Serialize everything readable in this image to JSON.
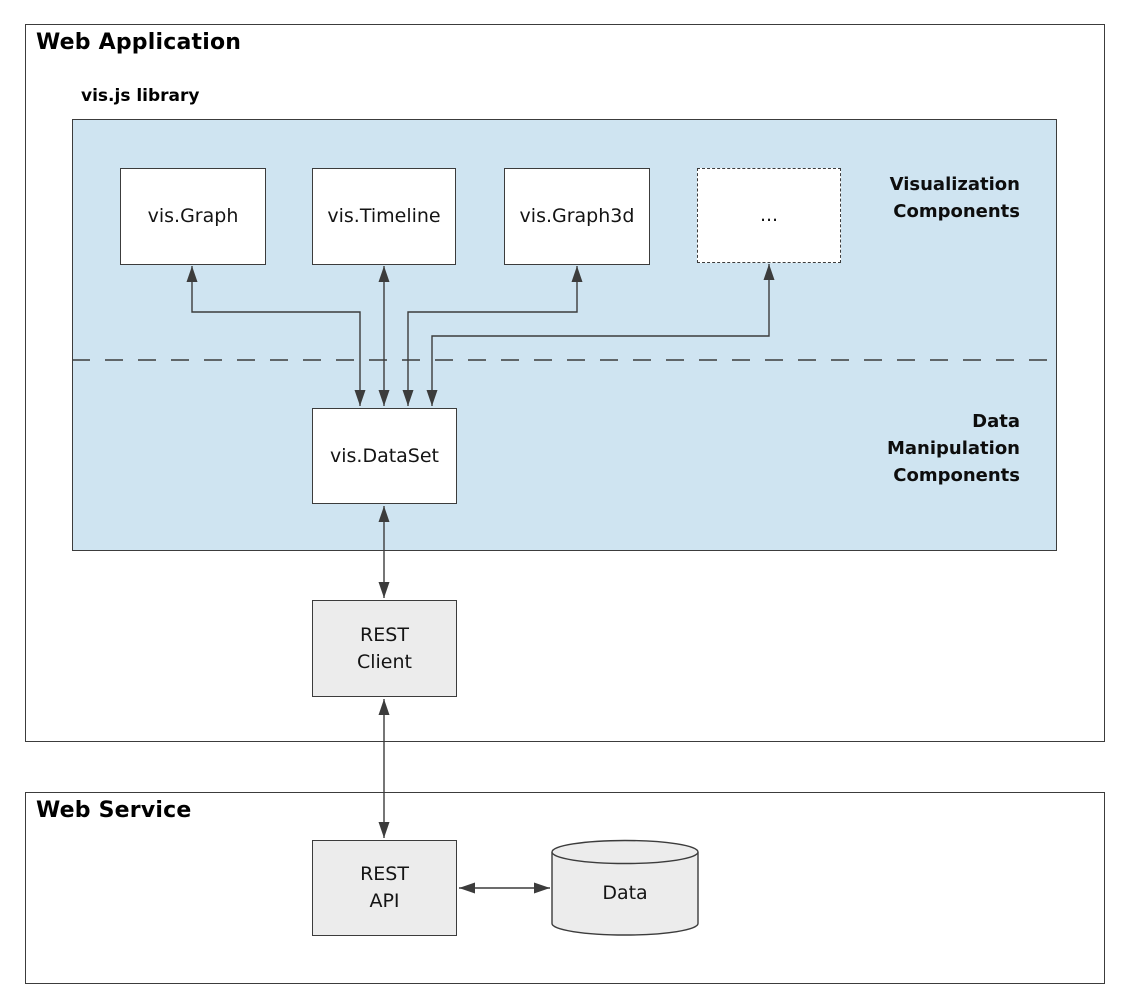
{
  "colors": {
    "library_panel_fill": "#cfe4f1",
    "node_fill_white": "#ffffff",
    "node_fill_gray": "#ececec",
    "line_and_border": "#3c3c3c"
  },
  "web_application": {
    "title": "Web Application",
    "vis_library": {
      "label": "vis.js library",
      "visualization_nodes": {
        "graph": "vis.Graph",
        "timeline": "vis.Timeline",
        "graph3d": "vis.Graph3d",
        "more": "..."
      },
      "section_labels": {
        "visualization": "Visualization\nComponents",
        "data_manipulation": "Data\nManipulation\nComponents"
      },
      "dataset_node": "vis.DataSet"
    },
    "rest_client_node": "REST\nClient"
  },
  "web_service": {
    "title": "Web Service",
    "rest_api_node": "REST\nAPI",
    "data_store_node": "Data"
  }
}
